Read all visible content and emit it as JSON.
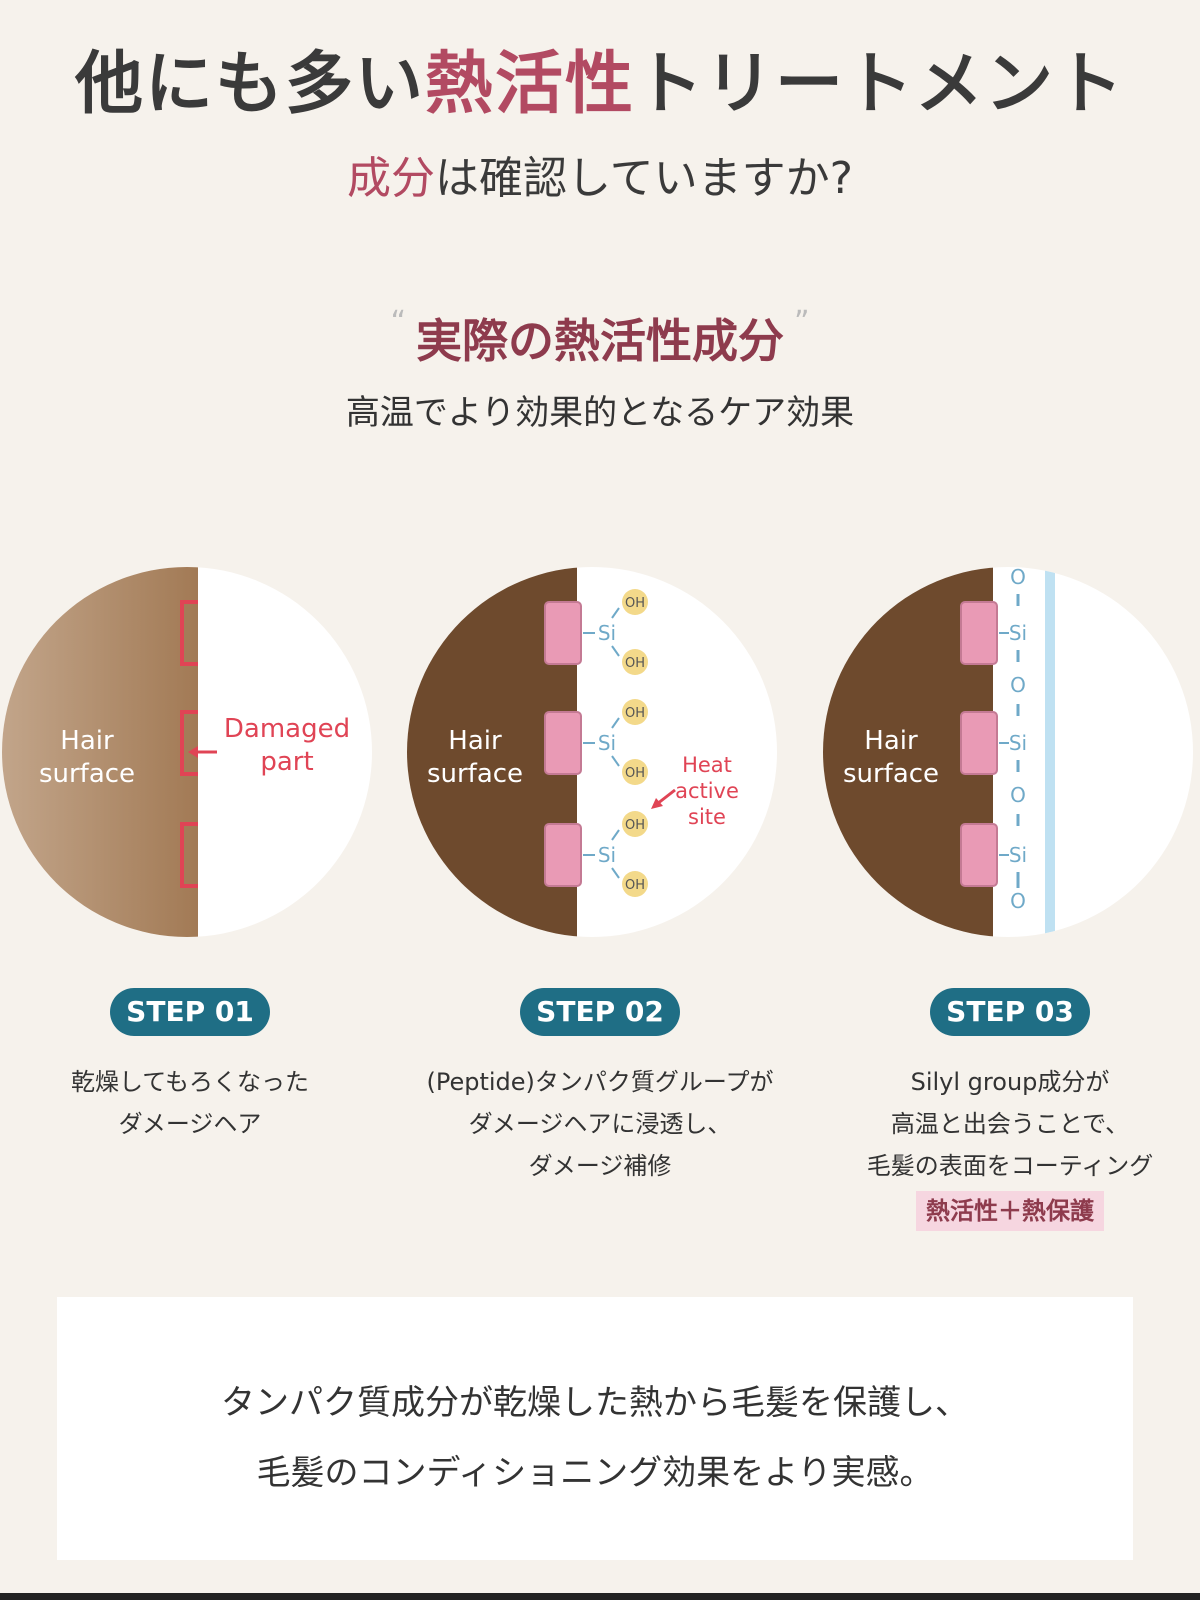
{
  "header": {
    "title_pre": "他にも多い",
    "title_accent": "熱活性",
    "title_post": "トリートメント",
    "subtitle_accent": "成分",
    "subtitle_rest": "は確認していますか?"
  },
  "section": {
    "open_quote": "“",
    "heading": "実際の熱活性成分",
    "close_quote": "”",
    "subheading": "高温でより効果的となるケア効果"
  },
  "diagram_labels": {
    "hair_line1": "Hair",
    "hair_line2": "surface",
    "damaged_line1": "Damaged",
    "damaged_line2": "part",
    "heat_line1": "Heat",
    "heat_line2": "active",
    "heat_line3": "site",
    "si": "Si",
    "oh": "OH",
    "o": "O"
  },
  "steps": [
    {
      "badge": "STEP 01",
      "lines": [
        "乾燥してもろくなった",
        "ダメージヘア"
      ]
    },
    {
      "badge": "STEP 02",
      "lines": [
        "(Peptide)タンパク質グループが",
        "ダメージヘアに浸透し、",
        "ダメージ補修"
      ]
    },
    {
      "badge": "STEP 03",
      "lines": [
        "Silyl group成分が",
        "高温と出会うことで、",
        "毛髪の表面をコーティング"
      ],
      "tag": "熱活性＋熱保護"
    }
  ],
  "bottom": {
    "line1": "タンパク質成分が乾燥した熱から毛髪を保護し、",
    "line2": "毛髪のコンディショニング効果をより実感。"
  },
  "colors": {
    "accent": "#b24a62",
    "step_badge": "#1f6e85",
    "hair_light": "#b08a68",
    "hair_dark": "#6e4a2d",
    "peptide_pink": "#e99ab5",
    "damage_red": "#e04455"
  }
}
